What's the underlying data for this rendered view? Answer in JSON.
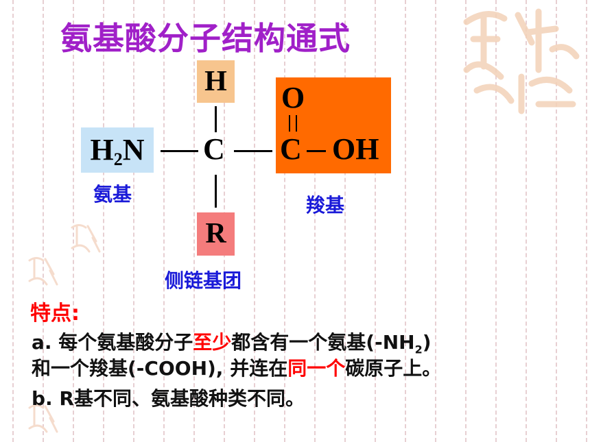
{
  "title": "氨基酸分子结构通式",
  "structure": {
    "h_top": "H",
    "h2n_h": "H",
    "h2n_sub": "2",
    "h2n_n": "N",
    "center_c": "C",
    "carboxyl_o": "O",
    "carboxyl_c": "C",
    "carboxyl_oh": "OH",
    "r_group": "R"
  },
  "labels": {
    "amino": "氨基",
    "carboxyl": "羧基",
    "side_chain": "侧链基团"
  },
  "features": {
    "heading": "特点:",
    "a_prefix": "a. 每个氨基酸分子",
    "a_red1": "至少",
    "a_mid": "都含有一个氨基(-NH",
    "a_sub": "2",
    "a_end": ")",
    "a2_start": "和一个羧基(-COOH), 并连在",
    "a2_red": "同一个",
    "a2_end": "碳原子上。",
    "b": "b. R基不同、氨基酸种类不同。"
  },
  "colors": {
    "title": "#a020c8",
    "label": "#1a1ad8",
    "emphasis": "#ff0000",
    "box_h": "#f7c58e",
    "box_r": "#f47c7c",
    "box_h2n": "#c7e3f7",
    "box_cooh": "#ff6a00"
  }
}
